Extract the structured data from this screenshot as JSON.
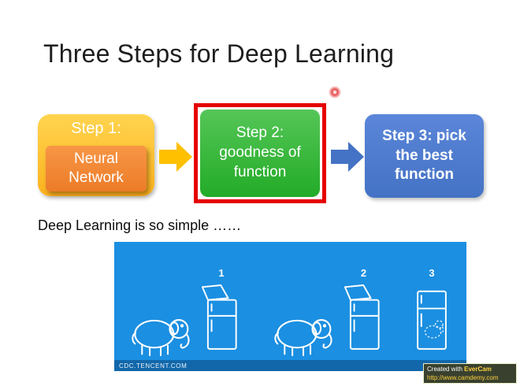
{
  "slide": {
    "title": "Three Steps for Deep Learning",
    "caption": "Deep Learning is so simple ……"
  },
  "steps": {
    "step1": {
      "label": "Step 1:",
      "sublabel": "Neural Network"
    },
    "step2": {
      "label": "Step 2:\ngoodness of\nfunction"
    },
    "step3": {
      "label": "Step 3: pick the best function"
    }
  },
  "figure": {
    "panel_numbers": [
      "1",
      "2",
      "3"
    ],
    "watermark": "CDC.TENCENT.COM"
  },
  "badge": {
    "created_with": "Created with ",
    "brand": "EverCam",
    "url": "http://www.camdemy.com"
  },
  "colors": {
    "step1_yellow": "#fbb21e",
    "step1_orange": "#ec7c28",
    "step2_green": "#23ab27",
    "highlight_red": "#e60000",
    "step3_blue": "#4472c4",
    "arrow_yellow": "#ffc000",
    "arrow_blue": "#4472c4",
    "figure_blue": "#1b8fe1"
  }
}
